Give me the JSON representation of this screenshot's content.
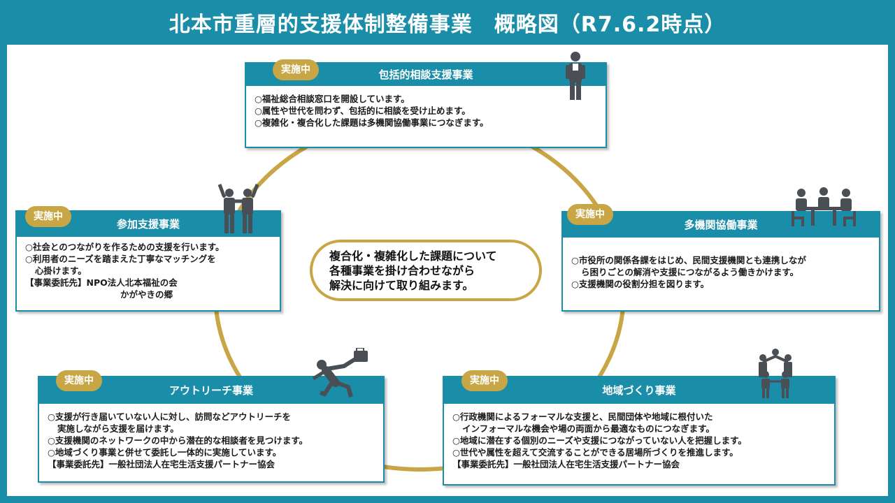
{
  "title": "北本市重層的支援体制整備事業　概略図（R7.6.2時点）",
  "status_badge": "実施中",
  "center_message": {
    "lines": [
      "複合化・複雑化した課題について",
      "各種事業を掛け合わせながら",
      "解決に向けて取り組みます。"
    ]
  },
  "cards": {
    "consult": {
      "title": "包括的相談支援事業",
      "lines": [
        "○福祉総合相談窓口を開設しています。",
        "○属性や世代を問わず、包括的に相談を受け止めます。",
        "○複雑化・複合化した課題は多機関協働事業につなぎます。"
      ],
      "icon": "person-standing-icon"
    },
    "participation": {
      "title": "参加支援事業",
      "lines": [
        "○社会とのつながりを作るための支援を行います。",
        "○利用者のニーズを踏まえた丁寧なマッチングを",
        "心掛けます。",
        "【事業委託先】NPO法人北本福祉の会",
        "かがやきの郷"
      ],
      "icon": "two-people-cheering-icon"
    },
    "collab": {
      "title": "多機関協働事業",
      "lines": [
        "○市役所の関係各課をはじめ、民間支援機関とも連携しなが",
        "ら困りごとの解消や支援につながるよう働きかけます。",
        "○支援機関の役割分担を図ります。"
      ],
      "icon": "meeting-table-icon"
    },
    "outreach": {
      "title": "アウトリーチ事業",
      "lines": [
        "○支援が行き届いていない人に対し、訪問などアウトリーチを",
        "実施しながら支援を届けます。",
        "○支援機関のネットワークの中から潜在的な相談者を見つけます。",
        "○地域づくり事業と併せて委託し一体的に実施しています。",
        "【事業委託先】一般社団法人在宅生活支援パートナー協会"
      ],
      "icon": "running-businessman-icon"
    },
    "community": {
      "title": "地域づくり事業",
      "lines": [
        "○行政機関によるフォーマルな支援と、民間団体や地域に根付いた",
        "インフォーマルな機会や場の両面から最適なものにつなぎます。",
        "○地域に潜在する個別のニーズや支援につながっていない人を把握します。",
        "○世代や属性を超えて交流することができる居場所づくりを推進します。",
        "【事業委託先】一般社団法人在宅生活支援パートナー協会"
      ],
      "icon": "group-circle-icon"
    }
  },
  "colors": {
    "teal": "#1a8ea8",
    "gold": "#c8a646",
    "icon_gray": "#4a4f55"
  }
}
